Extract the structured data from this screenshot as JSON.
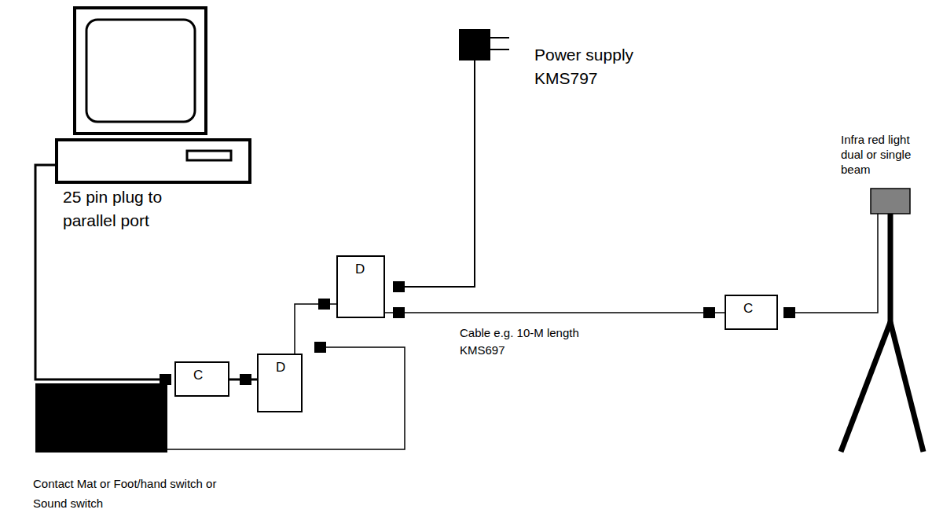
{
  "diagram": {
    "nodes": [
      {
        "text": [
          "C"
        ]
      },
      {
        "text": [
          "D"
        ]
      },
      {
        "text": [
          "D"
        ]
      },
      {
        "text": [
          "C"
        ]
      }
    ],
    "edges": [
      {
        "from": 0,
        "to": 1,
        "arrow": "none"
      },
      {
        "from": 1,
        "to": 2,
        "arrow": "none"
      },
      {
        "from": 2,
        "to": 3,
        "arrow": "none",
        "label": "Cable e.g. 10-M length KMS697"
      }
    ],
    "labels": [
      "25 pin plug to parallel port",
      "Power supply KMS797",
      "Infra red light dual or single beam",
      "Contact Mat or Foot/hand switch or Sound switch"
    ]
  }
}
